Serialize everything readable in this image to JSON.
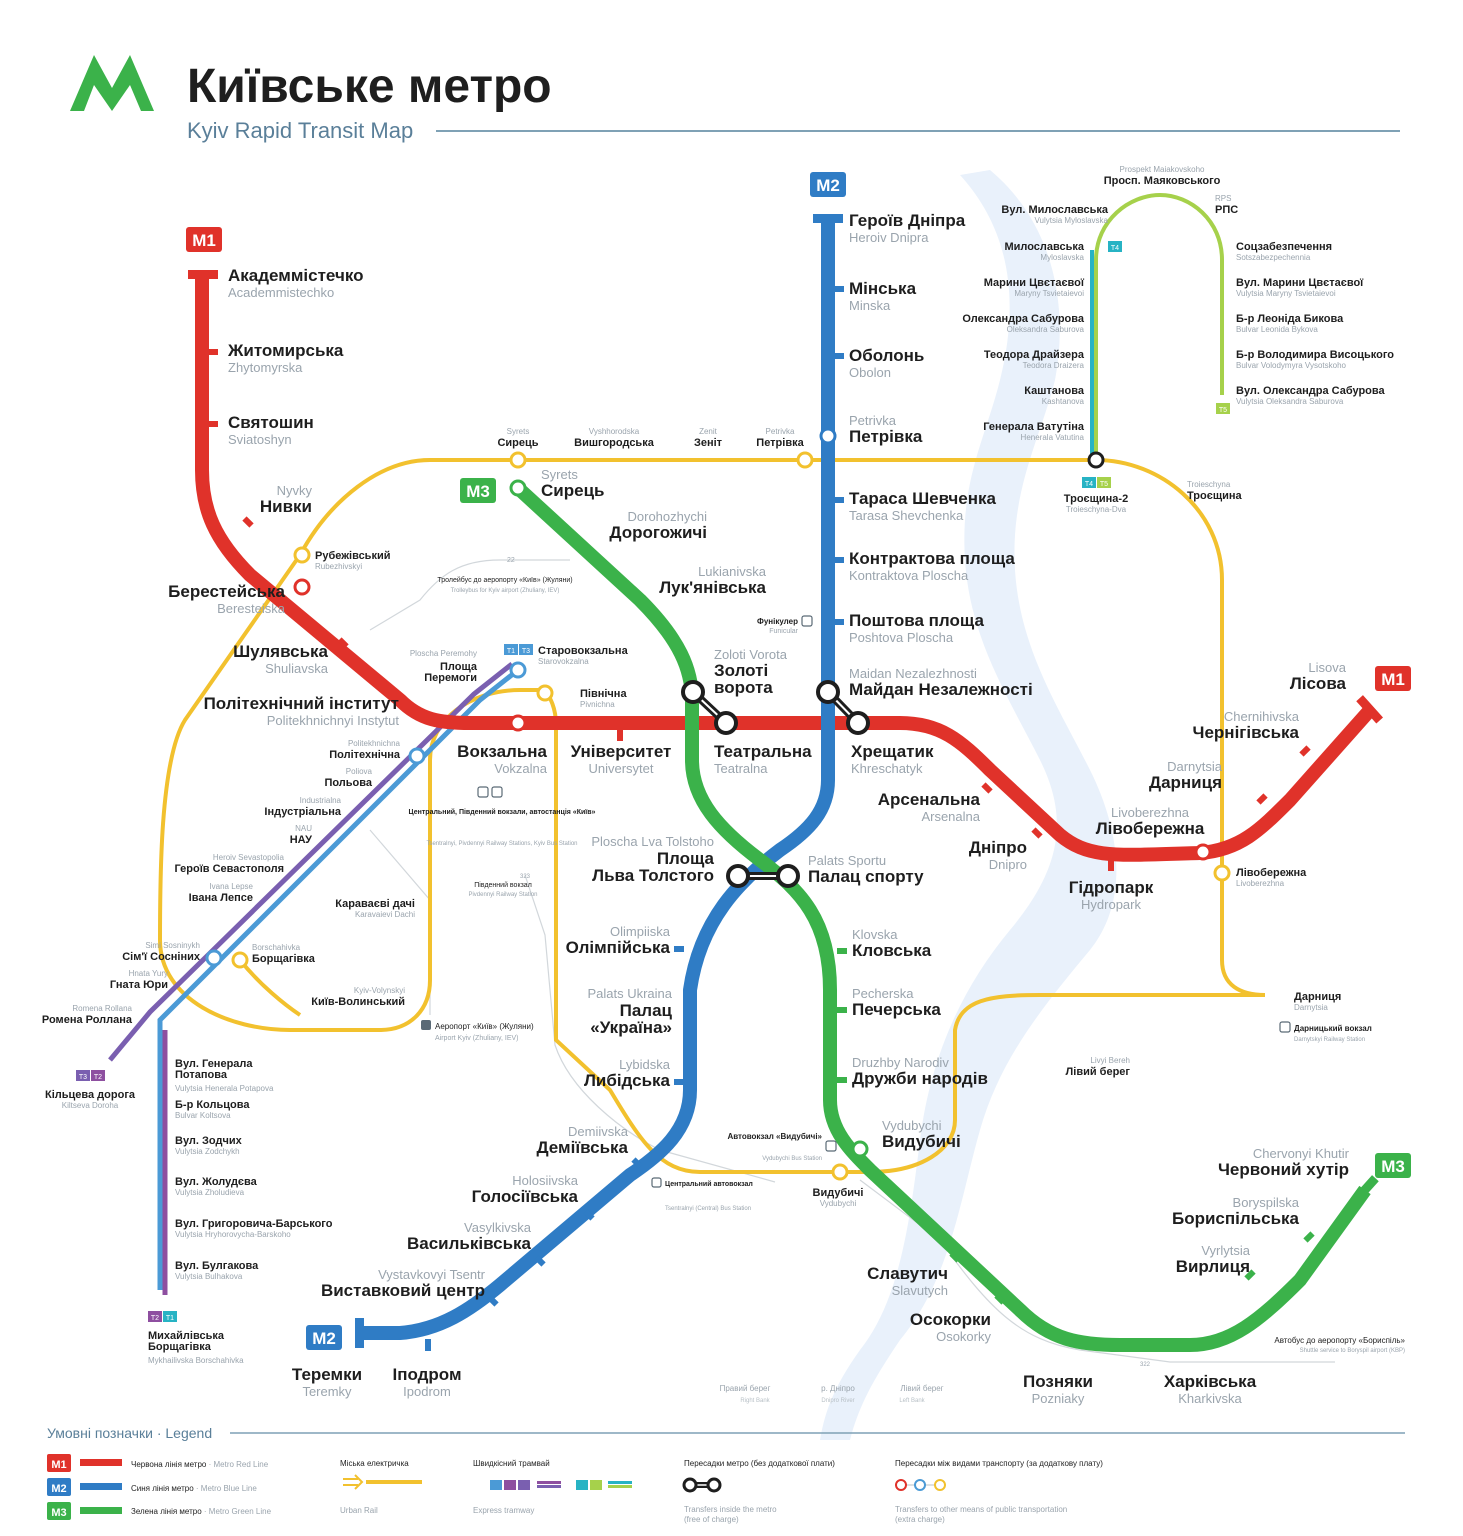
{
  "header": {
    "title": "Київське метро",
    "subtitle": "Kyiv Rapid Transit Map"
  },
  "colors": {
    "red": "#e0322a",
    "blue": "#2f7cc5",
    "green": "#3bb24a",
    "yellow": "#f2c12e",
    "lime": "#a6d14b",
    "teal": "#27b3c4",
    "purple": "#8e4fa0",
    "violet": "#7a5fb0",
    "river": "#e9f1fb",
    "ink": "#1e1e1e",
    "sub": "#9aa4ad"
  },
  "lines": {
    "m1": {
      "badge": "M1",
      "color": "#e0322a",
      "badge_end": "M1"
    },
    "m2": {
      "badge": "M2",
      "color": "#2f7cc5",
      "badge_end": "M2"
    },
    "m3": {
      "badge": "M3",
      "color": "#3bb24a",
      "badge_end": "M3"
    }
  },
  "stations": {
    "red": [
      {
        "ua": "Академмістечко",
        "en": "Academmistechko"
      },
      {
        "ua": "Житомирська",
        "en": "Zhytomyrska"
      },
      {
        "ua": "Святошин",
        "en": "Sviatoshyn"
      },
      {
        "ua": "Нивки",
        "en": "Nyvky"
      },
      {
        "ua": "Берестейська",
        "en": "Beresteiska"
      },
      {
        "ua": "Шулявська",
        "en": "Shuliavska"
      },
      {
        "ua": "Політехнічний інститут",
        "en": "Politekhnichnyi Instytut"
      },
      {
        "ua": "Вокзальна",
        "en": "Vokzalna"
      },
      {
        "ua": "Університет",
        "en": "Universytet"
      },
      {
        "ua": "Театральна",
        "en": "Teatralna"
      },
      {
        "ua": "Хрещатик",
        "en": "Khreschatyk"
      },
      {
        "ua": "Арсенальна",
        "en": "Arsenalna"
      },
      {
        "ua": "Дніпро",
        "en": "Dnipro"
      },
      {
        "ua": "Гідропарк",
        "en": "Hydropark"
      },
      {
        "ua": "Лівобережна",
        "en": "Livoberezhna"
      },
      {
        "ua": "Дарниця",
        "en": "Darnytsia"
      },
      {
        "ua": "Чернігівська",
        "en": "Chernihivska"
      },
      {
        "ua": "Лісова",
        "en": "Lisova"
      }
    ],
    "blue": [
      {
        "ua": "Героїв Дніпра",
        "en": "Heroiv Dnipra"
      },
      {
        "ua": "Мінська",
        "en": "Minska"
      },
      {
        "ua": "Оболонь",
        "en": "Obolon"
      },
      {
        "ua": "Петрівка",
        "en": "Petrivka"
      },
      {
        "ua": "Тараса Шевченка",
        "en": "Tarasa Shevchenka"
      },
      {
        "ua": "Контрактова площа",
        "en": "Kontraktova Ploscha"
      },
      {
        "ua": "Поштова площа",
        "en": "Poshtova Ploscha"
      },
      {
        "ua": "Майдан Незалежності",
        "en": "Maidan Nezalezhnosti"
      },
      {
        "ua": "Площа Льва Толстого",
        "en": "Ploscha Lva Tolstoho"
      },
      {
        "ua": "Олімпійська",
        "en": "Olimpiiska"
      },
      {
        "ua": "Палац «Україна»",
        "en": "Palats Ukraina"
      },
      {
        "ua": "Либідська",
        "en": "Lybidska"
      },
      {
        "ua": "Деміївська",
        "en": "Demiivska"
      },
      {
        "ua": "Голосіївська",
        "en": "Holosiivska"
      },
      {
        "ua": "Васильківська",
        "en": "Vasylkivska"
      },
      {
        "ua": "Виставковий центр",
        "en": "Vystavkovyi Tsentr"
      },
      {
        "ua": "Іподром",
        "en": "Ipodrom"
      },
      {
        "ua": "Теремки",
        "en": "Teremky"
      }
    ],
    "green": [
      {
        "ua": "Сирець",
        "en": "Syrets"
      },
      {
        "ua": "Дорогожичі",
        "en": "Dorohozhychi"
      },
      {
        "ua": "Лук'янівська",
        "en": "Lukianivska"
      },
      {
        "ua": "Золоті ворота",
        "en": "Zoloti Vorota"
      },
      {
        "ua": "Палац спорту",
        "en": "Palats Sportu"
      },
      {
        "ua": "Кловська",
        "en": "Klovska"
      },
      {
        "ua": "Печерська",
        "en": "Pecherska"
      },
      {
        "ua": "Дружби народів",
        "en": "Druzhby Narodiv"
      },
      {
        "ua": "Видубичі",
        "en": "Vydubychi"
      },
      {
        "ua": "Славутич",
        "en": "Slavutych"
      },
      {
        "ua": "Осокорки",
        "en": "Osokorky"
      },
      {
        "ua": "Позняки",
        "en": "Pozniaky"
      },
      {
        "ua": "Харківська",
        "en": "Kharkivska"
      },
      {
        "ua": "Вирлиця",
        "en": "Vyrlytsia"
      },
      {
        "ua": "Бориспільська",
        "en": "Boryspilska"
      },
      {
        "ua": "Червоний хутір",
        "en": "Chervonyi Khutir"
      }
    ],
    "urban_rail": [
      {
        "ua": "Сирець",
        "en": "Syrets"
      },
      {
        "ua": "Вишгородська",
        "en": "Vyshhorodska"
      },
      {
        "ua": "Зеніт",
        "en": "Zenit"
      },
      {
        "ua": "Петрівка",
        "en": "Petrivka"
      },
      {
        "ua": "Троєщина",
        "en": "Troieschyna"
      },
      {
        "ua": "Лівобережна",
        "en": "Livoberezhna"
      },
      {
        "ua": "Дарниця",
        "en": "Darnytsia"
      },
      {
        "ua": "Лівий берег",
        "en": "Livyi Bereh"
      },
      {
        "ua": "Видубичі",
        "en": "Vydubychi"
      },
      {
        "ua": "Київ-Волинський",
        "en": "Kyiv-Volynskyi"
      },
      {
        "ua": "Караваєві дачі",
        "en": "Karavaievi Dachi"
      },
      {
        "ua": "Рубежівський",
        "en": "Rubezhivskyi"
      },
      {
        "ua": "Північна",
        "en": "Pivnichna"
      },
      {
        "ua": "Борщагівка",
        "en": "Borschahivka"
      }
    ],
    "tram_south": [
      {
        "ua": "Старовокзальна",
        "en": "Starovokzalna"
      },
      {
        "ua": "Площа Перемоги",
        "en": "Ploscha Peremohy"
      },
      {
        "ua": "Політехнічна",
        "en": "Politekhnichna"
      },
      {
        "ua": "Польова",
        "en": "Poliova"
      },
      {
        "ua": "Індустріальна",
        "en": "Industrialna"
      },
      {
        "ua": "НАУ",
        "en": "NAU"
      },
      {
        "ua": "Героїв Севастополя",
        "en": "Heroiv Sevastopolia"
      },
      {
        "ua": "Івана Лепсе",
        "en": "Ivana Lepse"
      },
      {
        "ua": "Сім'ї Сосніних",
        "en": "Simi Sosninykh"
      },
      {
        "ua": "Гната Юри",
        "en": "Hnata Yury"
      },
      {
        "ua": "Ромена Роллана",
        "en": "Romena Rollana"
      },
      {
        "ua": "Кільцева дорога",
        "en": "Kiltseva Doroha"
      },
      {
        "ua": "Вул. Генерала Потапова",
        "en": "Vulytsia Henerala Potapova"
      },
      {
        "ua": "Б-р Кольцова",
        "en": "Bulvar Koltsova"
      },
      {
        "ua": "Вул. Зодчих",
        "en": "Vulytsia Zodchykh"
      },
      {
        "ua": "Вул. Жолудєва",
        "en": "Vulytsia Zholudieva"
      },
      {
        "ua": "Вул. Григоровича-Барського",
        "en": "Vulytsia Hryhorovycha-Barskoho"
      },
      {
        "ua": "Вул. Булгакова",
        "en": "Vulytsia Bulhakova"
      },
      {
        "ua": "Михайлівська Борщагівка",
        "en": "Mykhailivska Borschahivka"
      }
    ],
    "tram_north": [
      {
        "ua": "Просп. Маяковського",
        "en": "Prospekt Maiakovskoho"
      },
      {
        "ua": "Вул. Милославська",
        "en": "Vulytsia Myloslavska"
      },
      {
        "ua": "РПС",
        "en": "RPS"
      },
      {
        "ua": "Милославська",
        "en": "Myloslavska"
      },
      {
        "ua": "Марини Цвєтаєвої",
        "en": "Maryny Tsvietaievoi"
      },
      {
        "ua": "Олександра Сабурова",
        "en": "Oleksandra Saburova"
      },
      {
        "ua": "Теодора Драйзера",
        "en": "Teodora Draizera"
      },
      {
        "ua": "Каштанова",
        "en": "Kashtanova"
      },
      {
        "ua": "Генерала Ватутіна",
        "en": "Henerala Vatutina"
      },
      {
        "ua": "Троєщина-2",
        "en": "Troieschyna-Dva"
      },
      {
        "ua": "Соцзабезпечення",
        "en": "Sotszabezpechennia"
      },
      {
        "ua": "Вул. Марини Цвєтаєвої",
        "en": "Vulytsia Maryny Tsvietaievoi"
      },
      {
        "ua": "Б-р Леоніда Бикова",
        "en": "Bulvar Leonida Bykova"
      },
      {
        "ua": "Б-р Володимира Висоцького",
        "en": "Bulvar Volodymyra Vysotskoho"
      },
      {
        "ua": "Вул. Олександра Сабурова",
        "en": "Vulytsia Oleksandra Saburova"
      }
    ]
  },
  "notes": {
    "funicular_ua": "Фунікулер",
    "funicular_en": "Funicular",
    "trolley_ua": "Тролейбус до аеропорту «Київ» (Жуляни)",
    "trolley_en": "Trolleybus for Kyiv airport (Zhuliany, IEV)",
    "trolley_num": "22",
    "stations_ua": "Центральний, Південний вокзали, автостанція «Київ»",
    "stations_en": "Tsentralnyi, Pivdennyi Railway Stations, Kyiv Bus Station",
    "pivd_ua": "Південний вокзал",
    "pivd_en": "Pivdennyi Railway Station",
    "pivd_num": "323",
    "airport_ua": "Аеропорт «Київ» (Жуляни)",
    "airport_en": "Airport Kyiv (Zhuliany, IEV)",
    "busvyd_ua": "Автовокзал «Видубичі»",
    "busvyd_en": "Vydubychi Bus Station",
    "central_bus_ua": "Центральний автовокзал",
    "central_bus_en": "Tsentralnyi (Central) Bus Station",
    "darn_station_ua": "Дарницький вокзал",
    "darn_station_en": "Darnytskyi Railway Station",
    "boryspil_ua": "Автобус до аеропорту «Бориспіль»",
    "boryspil_en": "Shuttle service to Boryspil airport (KBP)",
    "boryspil_num": "322",
    "bank_right_ua": "Правий берег",
    "bank_right_en": "Right Bank",
    "river_ua": "р. Дніпро",
    "river_en": "Dnipro River",
    "bank_left_ua": "Лівий берег",
    "bank_left_en": "Left Bank",
    "tram_tags": {
      "t1": "T1",
      "t2": "T2",
      "t3": "T3",
      "t4": "T4",
      "t5": "T5"
    }
  },
  "legend": {
    "title_ua": "Умовні позначки",
    "title_en": "Legend",
    "m1_ua": "Червона лінія метро",
    "m1_en": "Metro Red Line",
    "m2_ua": "Синя лінія метро",
    "m2_en": "Metro Blue Line",
    "m3_ua": "Зелена лінія метро",
    "m3_en": "Metro Green Line",
    "rail_ua": "Міська електричка",
    "rail_en": "Urban Rail",
    "tram_ua": "Швидкісний трамвай",
    "tram_en": "Express tramway",
    "transfer_ua": "Пересадки метро (без додаткової плати)",
    "transfer_en": "Transfers inside the metro",
    "transfer_en2": "(free of charge)",
    "other_ua": "Пересадки між видами транспорту (за додаткову плату)",
    "other_en": "Transfers to other means of public transportation",
    "other_en2": "(extra charge)"
  }
}
